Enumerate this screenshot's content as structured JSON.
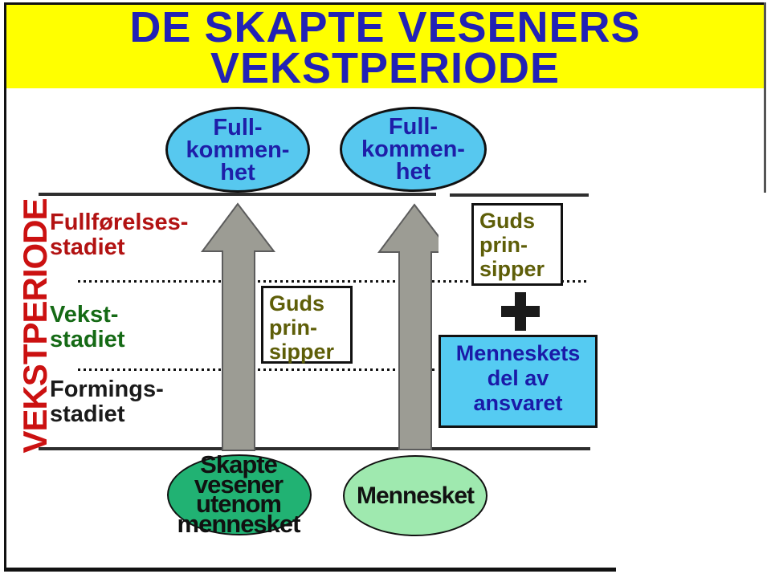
{
  "banner": {
    "title_line1": "DE SKAPTE VESENERS",
    "title_line2": "VEKSTPERIODE"
  },
  "axis": {
    "label": "VEKSTPERIODE"
  },
  "stages": {
    "fullforelse": {
      "line1": "Fullførelses-",
      "line2": "stadiet"
    },
    "vekst": {
      "line1": "Vekst-",
      "line2": "stadiet"
    },
    "forming": {
      "line1": "Formings-",
      "line2": "stadiet"
    }
  },
  "perfection_left": {
    "line1": "Full-",
    "line2": "kommen-",
    "line3": "het"
  },
  "perfection_right": {
    "line1": "Full-",
    "line2": "kommen-",
    "line3": "het"
  },
  "guds_left": {
    "line1": "Guds",
    "line2": "prin-",
    "line3": "sipper"
  },
  "guds_right": {
    "line1": "Guds",
    "line2": "prin-",
    "line3": "sipper"
  },
  "plus_sign": "+",
  "responsibility": {
    "line1": "Menneskets",
    "line2": "del av",
    "line3": "ansvaret"
  },
  "beings": {
    "line1": "Skapte",
    "line2": "vesener",
    "line3": "utenom",
    "line4": "mennesket"
  },
  "human": {
    "label": "Mennesket"
  },
  "colors": {
    "banner_bg": "#FFFF00",
    "title_text": "#2222B5",
    "axis_red": "#CB1111",
    "stage_red": "#B21212",
    "stage_green": "#156A15",
    "stage_black": "#1A1A1A",
    "ellipse_blue": "#57C8EF",
    "box_blue": "#55CBF2",
    "dark_blue_text": "#1E1EA8",
    "olive_text": "#5E5E08",
    "arrow_gray": "#9C9C94",
    "emerald_green": "#21B273",
    "light_green": "#9FE9AF"
  }
}
